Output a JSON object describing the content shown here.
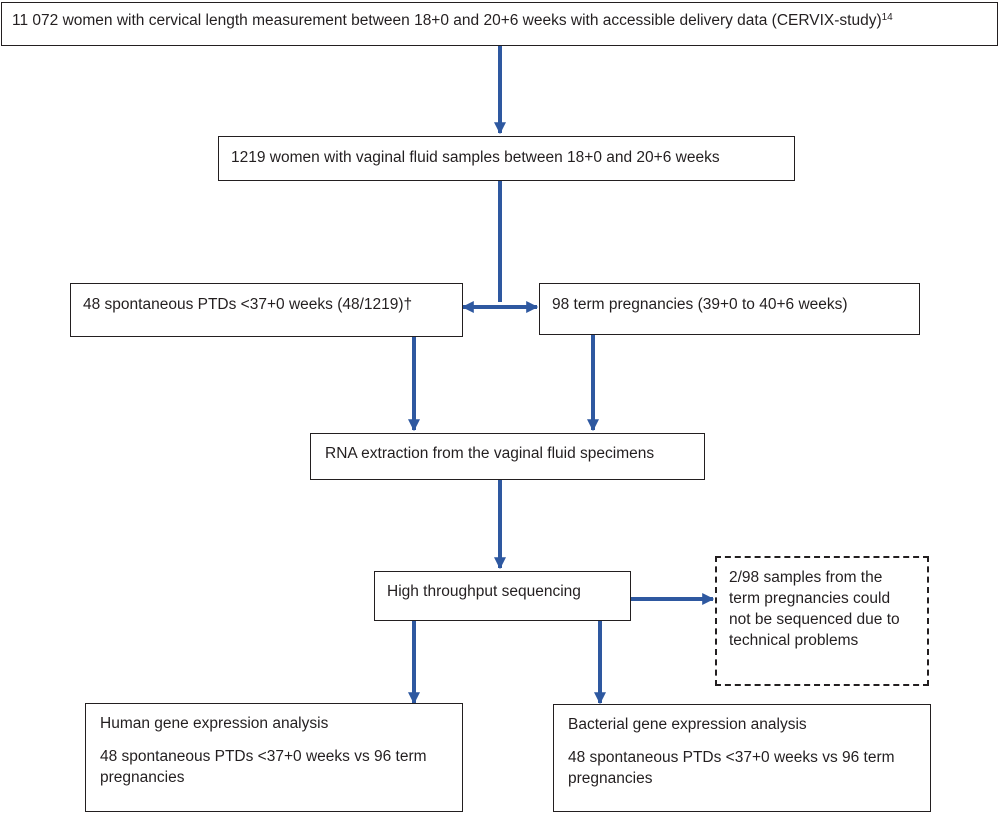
{
  "boxes": {
    "b1": {
      "text": "11 072 women with cervical length measurement between 18+0 and 20+6 weeks with accessible delivery data (CERVIX-study)",
      "sup": "14"
    },
    "b2": {
      "text": "1219 women with vaginal fluid samples between 18+0 and 20+6 weeks"
    },
    "b3": {
      "text": "48 spontaneous PTDs <37+0 weeks (48/1219)†"
    },
    "b4": {
      "text": "98 term pregnancies (39+0 to 40+6 weeks)"
    },
    "b5": {
      "text": "RNA extraction from the vaginal fluid specimens"
    },
    "b6": {
      "text": "High throughput sequencing"
    },
    "b7": {
      "text": "2/98 samples from the term pregnancies could not be sequenced due to technical problems"
    },
    "b8": {
      "title": "Human gene expression analysis",
      "text": "48 spontaneous PTDs <37+0 weeks vs 96 term pregnancies"
    },
    "b9": {
      "title": "Bacterial gene expression analysis",
      "text": "48 spontaneous PTDs <37+0 weeks vs 96 term pregnancies"
    }
  },
  "colors": {
    "arrow": "#2e58a0",
    "border": "#231f20"
  }
}
